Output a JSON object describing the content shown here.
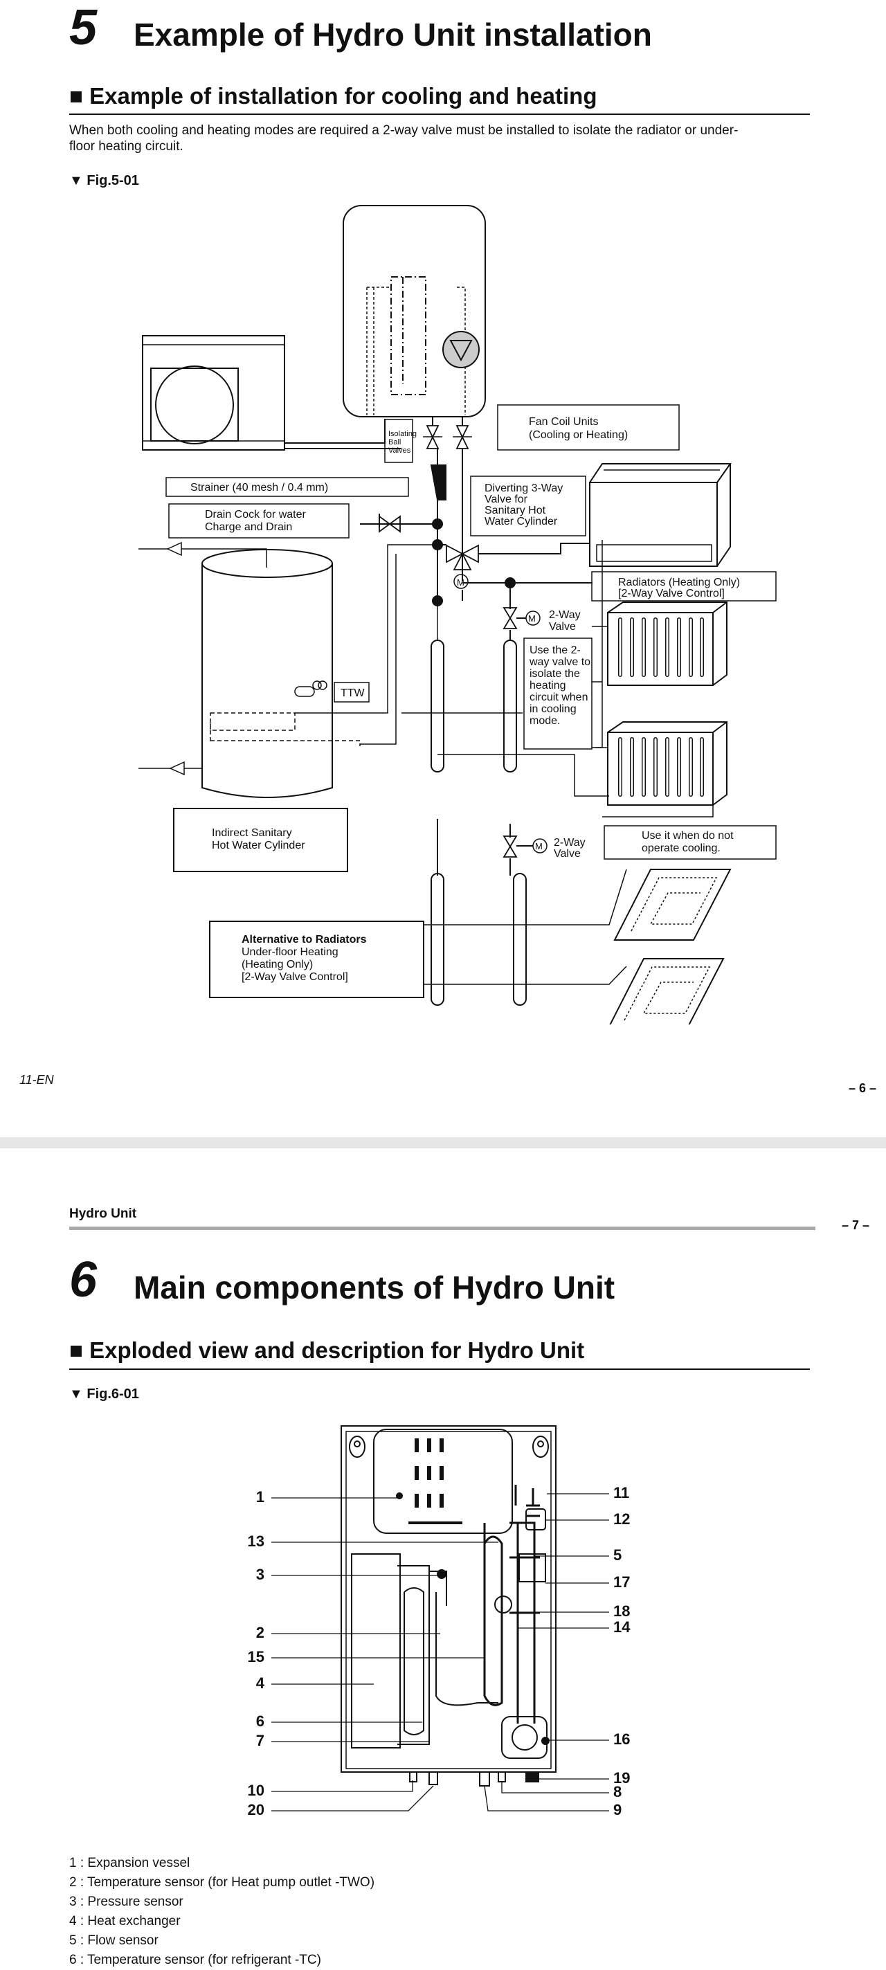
{
  "page1": {
    "chapter_number": "5",
    "chapter_title": "Example of Hydro Unit installation",
    "section_title": "■ Example of installation for cooling and heating",
    "paragraph_line1": "When both cooling and heating modes are required a 2-way valve must be installed to isolate the radiator or under-",
    "paragraph_line2": "floor heating circuit.",
    "figure_label": "▼ Fig.5-01",
    "footer_left": "11-EN",
    "footer_right": "– 6 –",
    "labels": {
      "isolating1": "Isolating",
      "isolating2": "Ball",
      "isolating3": "Valves",
      "fancoil1": "Fan Coil Units",
      "fancoil2": "(Cooling or Heating)",
      "strainer": "Strainer (40 mesh / 0.4 mm)",
      "drain1": "Drain Cock for water",
      "drain2": "Charge and Drain",
      "divert1": "Diverting 3-Way",
      "divert2": "Valve for",
      "divert3": "Sanitary Hot",
      "divert4": "Water Cylinder",
      "radiators1": "Radiators (Heating Only)",
      "radiators2": "[2-Way Valve Control]",
      "valve2a": "2-Way",
      "valve2b": "Valve",
      "use1": "Use the 2-",
      "use2": "way valve to",
      "use3": "isolate the",
      "use4": "heating",
      "use5": "circuit when",
      "use6": "in cooling",
      "use7": "mode.",
      "ttw": "TTW",
      "motor": "M",
      "cyl1": "Indirect Sanitary",
      "cyl2": "Hot Water Cylinder",
      "usecool1": "Use it when do not",
      "usecool2": "operate cooling.",
      "alt1": "Alternative to Radiators",
      "alt2": "Under-floor Heating",
      "alt3": "(Heating Only)",
      "alt4": "[2-Way Valve Control]"
    }
  },
  "page2": {
    "header": "Hydro Unit",
    "header_page": "– 7 –",
    "chapter_number": "6",
    "chapter_title": "Main components of Hydro Unit",
    "section_title": "■ Exploded view and description for Hydro Unit",
    "figure_label": "▼ Fig.6-01",
    "callouts_left": [
      "1",
      "13",
      "3",
      "2",
      "15",
      "4",
      "6",
      "7",
      "10",
      "20"
    ],
    "callouts_right": [
      "11",
      "12",
      "5",
      "17",
      "18",
      "14",
      "16",
      "19",
      "8",
      "9"
    ],
    "components": [
      "1 : Expansion vessel",
      "2 : Temperature sensor (for Heat pump outlet -TWO)",
      "3 : Pressure sensor",
      "4 : Heat exchanger",
      "5 : Flow sensor",
      "6 : Temperature sensor (for refrigerant -TC)"
    ]
  },
  "colors": {
    "text": "#111111",
    "separator": "#e6e6e6",
    "rule_gray": "#aaaaaa",
    "pump_fill": "#cccccc"
  }
}
